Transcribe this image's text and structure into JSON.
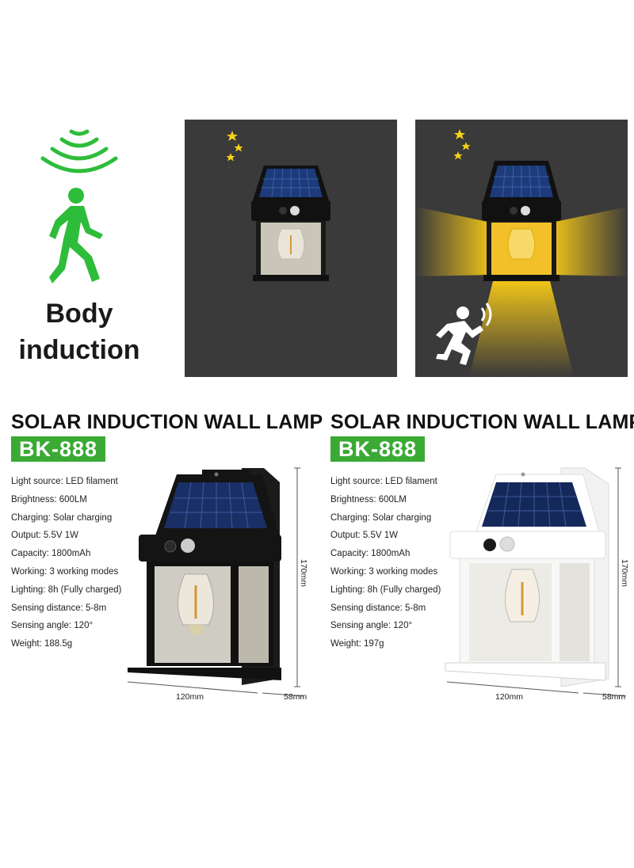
{
  "colors": {
    "accent_green": "#3aaa35",
    "panel_bg": "#3a3a3a",
    "moon_yellow": "#f5d21a",
    "light_beam": "#f0c419"
  },
  "icons": [
    "motion-wave-icon",
    "walking-person-icon",
    "moon-icon",
    "star-icon",
    "running-person-icon",
    "solar-lamp-icon"
  ],
  "body_induction": {
    "line1": "Body",
    "line2": "induction"
  },
  "products": [
    {
      "variant": "black",
      "title": "SOLAR INDUCTION WALL LAMP",
      "model": "BK-888",
      "specs": [
        "Light source: LED filament",
        "Brightness: 600LM",
        "Charging: Solar charging",
        "Output: 5.5V 1W",
        "Capacity: 1800mAh",
        "Working: 3 working modes",
        "Lighting: 8h (Fully charged)",
        "Sensing distance: 5-8m",
        "Sensing angle: 120°",
        "Weight: 188.5g"
      ],
      "dims": {
        "height": "170mm",
        "width": "120mm",
        "depth": "58mm"
      }
    },
    {
      "variant": "white",
      "title": "SOLAR INDUCTION WALL LAMP",
      "model": "BK-888",
      "specs": [
        "Light source: LED filament",
        "Brightness: 600LM",
        "Charging: Solar charging",
        "Output: 5.5V 1W",
        "Capacity: 1800mAh",
        "Working: 3 working modes",
        "Lighting: 8h (Fully charged)",
        "Sensing distance: 5-8m",
        "Sensing angle: 120°",
        "Weight: 197g"
      ],
      "dims": {
        "height": "170mm",
        "width": "120mm",
        "depth": "58mm"
      }
    }
  ]
}
